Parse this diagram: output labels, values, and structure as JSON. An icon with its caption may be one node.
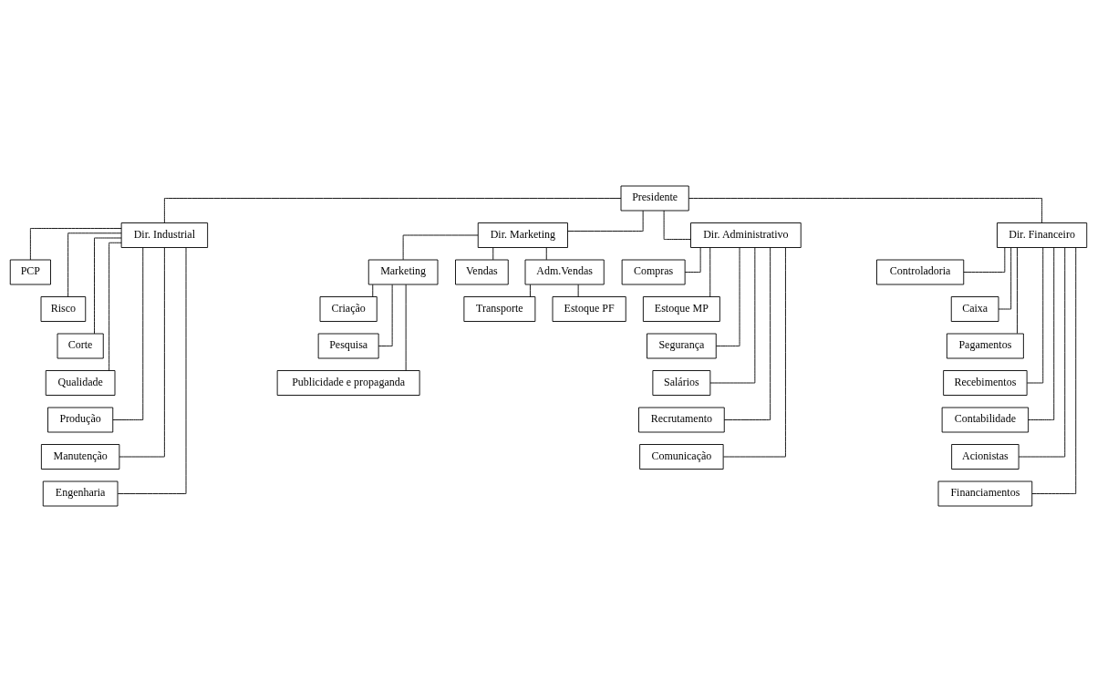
{
  "diagram": {
    "nodes": [
      {
        "text": [
          "Presidente"
        ]
      },
      {
        "text": [
          "Dir. Industrial"
        ]
      },
      {
        "text": [
          "Dir. Marketing"
        ]
      },
      {
        "text": [
          "Dir. Administrativo"
        ]
      },
      {
        "text": [
          "Dir. Financeiro"
        ]
      },
      {
        "text": [
          "PCP"
        ]
      },
      {
        "text": [
          "Risco"
        ]
      },
      {
        "text": [
          "Corte"
        ]
      },
      {
        "text": [
          "Qualidade"
        ]
      },
      {
        "text": [
          "Produção"
        ]
      },
      {
        "text": [
          "Manutenção"
        ]
      },
      {
        "text": [
          "Engenharia"
        ]
      },
      {
        "text": [
          "Marketing"
        ]
      },
      {
        "text": [
          "Criação"
        ]
      },
      {
        "text": [
          "Pesquisa"
        ]
      },
      {
        "text": [
          "Publicidade e propaganda"
        ]
      },
      {
        "text": [
          "Vendas"
        ]
      },
      {
        "text": [
          "Adm.Vendas"
        ]
      },
      {
        "text": [
          "Transporte"
        ]
      },
      {
        "text": [
          "Estoque PF"
        ]
      },
      {
        "text": [
          "Compras"
        ]
      },
      {
        "text": [
          "Estoque MP"
        ]
      },
      {
        "text": [
          "Segurança"
        ]
      },
      {
        "text": [
          "Salários"
        ]
      },
      {
        "text": [
          "Recrutamento"
        ]
      },
      {
        "text": [
          "Comunicação"
        ]
      },
      {
        "text": [
          "Controladoria"
        ]
      },
      {
        "text": [
          "Caixa"
        ]
      },
      {
        "text": [
          "Pagamentos"
        ]
      },
      {
        "text": [
          "Recebimentos"
        ]
      },
      {
        "text": [
          "Contabilidade"
        ]
      },
      {
        "text": [
          "Acionistas"
        ]
      },
      {
        "text": [
          "Financiamentos"
        ]
      }
    ],
    "edges": [
      {
        "from": 0,
        "to": 1,
        "arrow": "none"
      },
      {
        "from": 0,
        "to": 2,
        "arrow": "none"
      },
      {
        "from": 0,
        "to": 3,
        "arrow": "none"
      },
      {
        "from": 0,
        "to": 4,
        "arrow": "none"
      },
      {
        "from": 1,
        "to": 5,
        "arrow": "none"
      },
      {
        "from": 1,
        "to": 6,
        "arrow": "none"
      },
      {
        "from": 1,
        "to": 7,
        "arrow": "none"
      },
      {
        "from": 1,
        "to": 8,
        "arrow": "none"
      },
      {
        "from": 1,
        "to": 9,
        "arrow": "none"
      },
      {
        "from": 1,
        "to": 10,
        "arrow": "none"
      },
      {
        "from": 1,
        "to": 11,
        "arrow": "none"
      },
      {
        "from": 2,
        "to": 12,
        "arrow": "none"
      },
      {
        "from": 12,
        "to": 13,
        "arrow": "none"
      },
      {
        "from": 12,
        "to": 14,
        "arrow": "none"
      },
      {
        "from": 12,
        "to": 15,
        "arrow": "none"
      },
      {
        "from": 2,
        "to": 16,
        "arrow": "none"
      },
      {
        "from": 2,
        "to": 17,
        "arrow": "none"
      },
      {
        "from": 17,
        "to": 18,
        "arrow": "none"
      },
      {
        "from": 17,
        "to": 19,
        "arrow": "none"
      },
      {
        "from": 3,
        "to": 20,
        "arrow": "none"
      },
      {
        "from": 3,
        "to": 21,
        "arrow": "none"
      },
      {
        "from": 3,
        "to": 22,
        "arrow": "none"
      },
      {
        "from": 3,
        "to": 23,
        "arrow": "none"
      },
      {
        "from": 3,
        "to": 24,
        "arrow": "none"
      },
      {
        "from": 3,
        "to": 25,
        "arrow": "none"
      },
      {
        "from": 4,
        "to": 26,
        "arrow": "none"
      },
      {
        "from": 4,
        "to": 27,
        "arrow": "none"
      },
      {
        "from": 4,
        "to": 28,
        "arrow": "none"
      },
      {
        "from": 4,
        "to": 29,
        "arrow": "none"
      },
      {
        "from": 4,
        "to": 30,
        "arrow": "none"
      },
      {
        "from": 4,
        "to": 31,
        "arrow": "none"
      },
      {
        "from": 4,
        "to": 32,
        "arrow": "none"
      }
    ]
  }
}
